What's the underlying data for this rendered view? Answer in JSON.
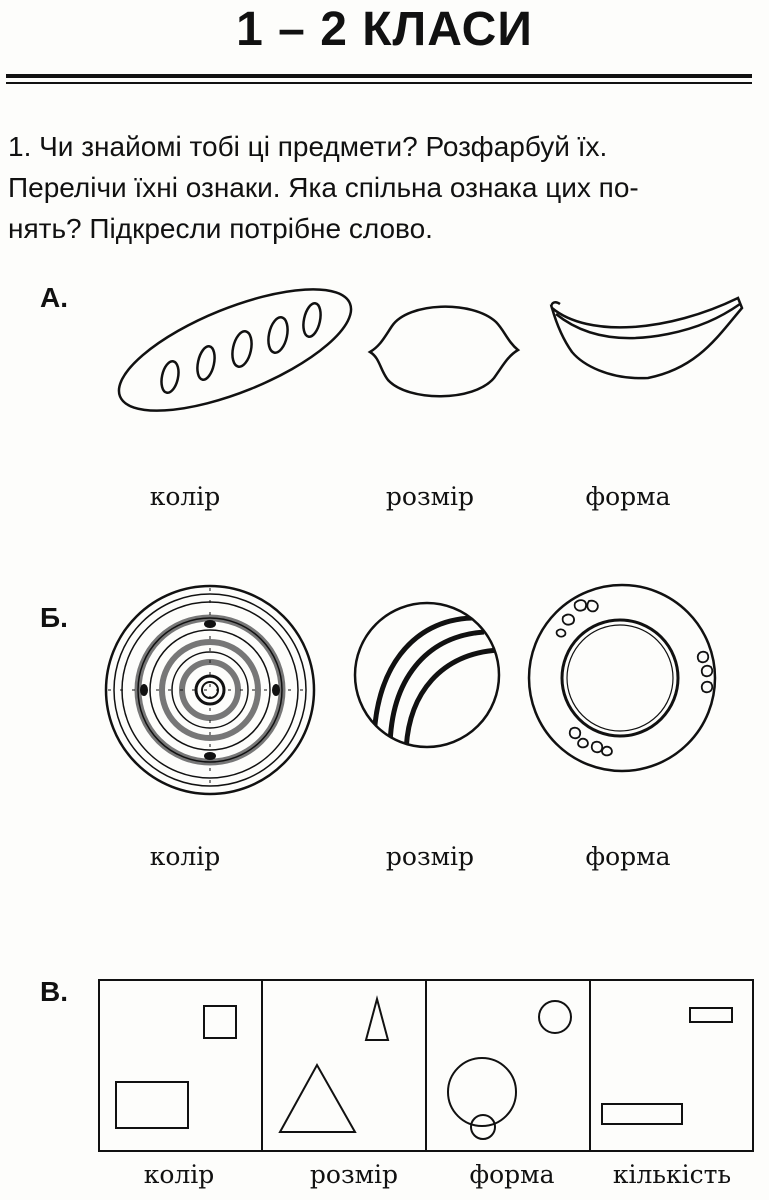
{
  "header": {
    "title": "1 – 2 КЛАСИ"
  },
  "task": {
    "line1": "1. Чи знайомі тобі ці предмети? Розфарбуй їх.",
    "line2": "Перелічи їхні ознаки. Яка спільна ознака цих по-",
    "line3": "нять? Підкресли потрібне слово."
  },
  "section_a": {
    "label": "А.",
    "options": [
      "колір",
      "розмір",
      "форма"
    ],
    "pictures": [
      "bread-loaf",
      "lemon",
      "banana"
    ]
  },
  "section_b": {
    "label": "Б.",
    "options": [
      "колір",
      "розмір",
      "форма"
    ],
    "pictures": [
      "target",
      "striped-ball",
      "decorated-plate"
    ]
  },
  "section_v": {
    "label": "В.",
    "options": [
      "колір",
      "розмір",
      "форма",
      "кількість"
    ],
    "panels": [
      "squares-rectangles",
      "triangles",
      "circles",
      "rectangles"
    ]
  }
}
